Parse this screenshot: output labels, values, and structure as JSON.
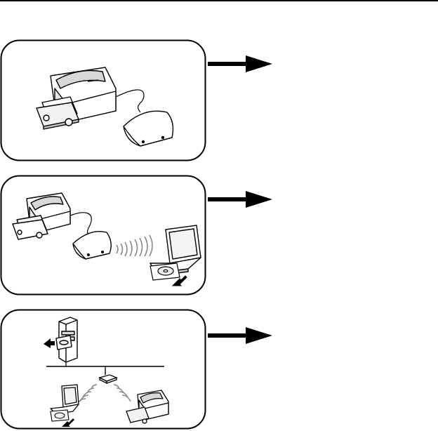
{
  "page": {
    "top_rule": true
  },
  "steps": [
    {
      "illustration": "printer-with-wireless-adapter"
    },
    {
      "illustration": "printer-adapter-laptop-wireless-setup-cd"
    },
    {
      "illustration": "server-network-access-point-laptop-printer"
    }
  ],
  "colors": {
    "line": "#000000",
    "panel_border": "#000000",
    "background": "#ffffff"
  }
}
